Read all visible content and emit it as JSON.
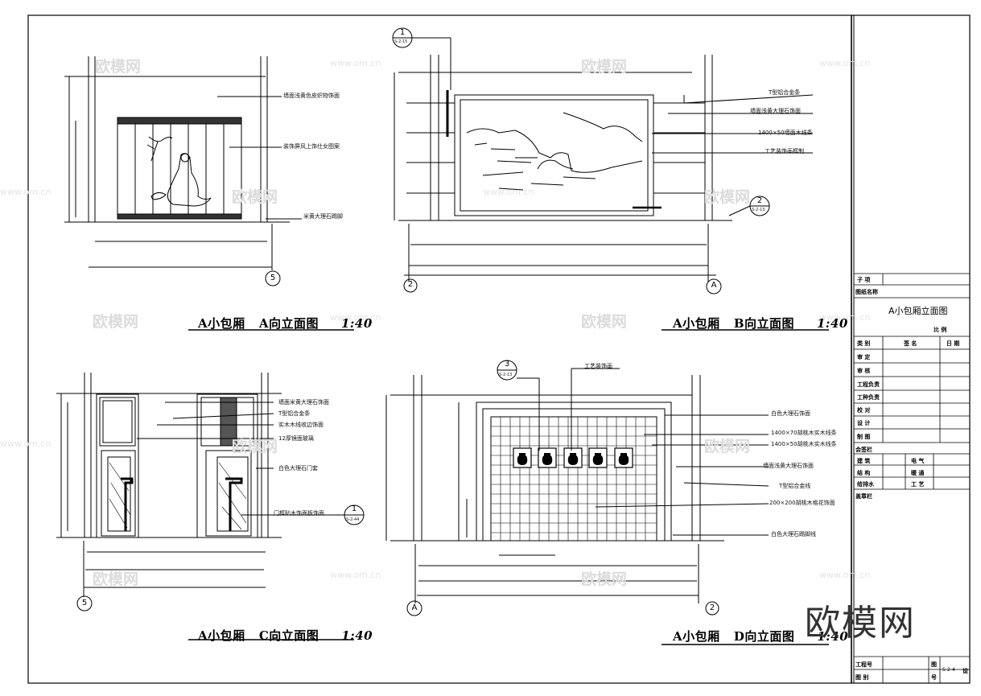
{
  "drawings": {
    "a": {
      "name": "A小包厢",
      "view": "A向立面图",
      "scale": "1:40",
      "end_marker": "5",
      "notes": [
        "墙面浅黄色皮织物饰面",
        "装饰屏风上饰仕女图案",
        "米黄大理石踢脚"
      ]
    },
    "b": {
      "name": "A小包厢",
      "view": "B向立面图",
      "scale": "1:40",
      "section_top": {
        "num": "1",
        "ref": "S-2-15"
      },
      "section_side": {
        "num": "2",
        "ref": "S-2-13"
      },
      "left_marker": "2",
      "right_marker": "A",
      "notes": [
        "T型铝合金条",
        "墙面浅黄大理石饰面",
        "1400×50墙面木线条",
        "工艺装饰画框制"
      ]
    },
    "c": {
      "name": "A小包厢",
      "view": "C向立面图",
      "scale": "1:40",
      "section": {
        "num": "1",
        "ref": "S-2-44"
      },
      "left_marker": "5",
      "notes": [
        "墙面米黄大理石饰面",
        "T型铝合金条",
        "实木木线收边饰面",
        "12厚镜面玻璃",
        "白色大理石门套",
        "门框贴木饰面板饰面"
      ]
    },
    "d": {
      "name": "A小包厢",
      "view": "D向立面图",
      "scale": "1:40",
      "section": {
        "num": "3",
        "ref": "S-2-13"
      },
      "top_label": "工艺装饰画",
      "left_marker": "A",
      "right_marker": "2",
      "notes": [
        "白色大理石饰面",
        "1400×70胡桃木实木线条",
        "1400×50胡桃木实木线条",
        "墙面浅黄大理石饰面",
        "T型铝合金线",
        "200×200胡桃木格花饰面",
        "白色大理石踢脚线"
      ]
    }
  },
  "title_block": {
    "subitem_label": "子 项",
    "drawing_name_label": "图纸名称",
    "drawing_name": "A小包厢立面图",
    "scale_label": "比 例",
    "header": [
      "类 别",
      "签 名",
      "日 期"
    ],
    "roles": [
      "审 定",
      "审 核",
      "工程负责",
      "工种负责",
      "校 对",
      "设 计",
      "制 图"
    ],
    "cosign_label": "会签栏",
    "cosign_rows": [
      [
        "建 筑",
        "电 气"
      ],
      [
        "结 构",
        "暖 通"
      ],
      [
        "给排水",
        "工 艺"
      ]
    ],
    "seal_label": "盖章栏",
    "project_no_label": "工程号",
    "drawing_no_label": "图 别",
    "sheet_label": "图",
    "no_label": "号",
    "sheet_code": "S-2-4",
    "sheet_suffix": "设"
  },
  "watermark": {
    "brand": "欧模网",
    "url": "www.om.cn"
  }
}
